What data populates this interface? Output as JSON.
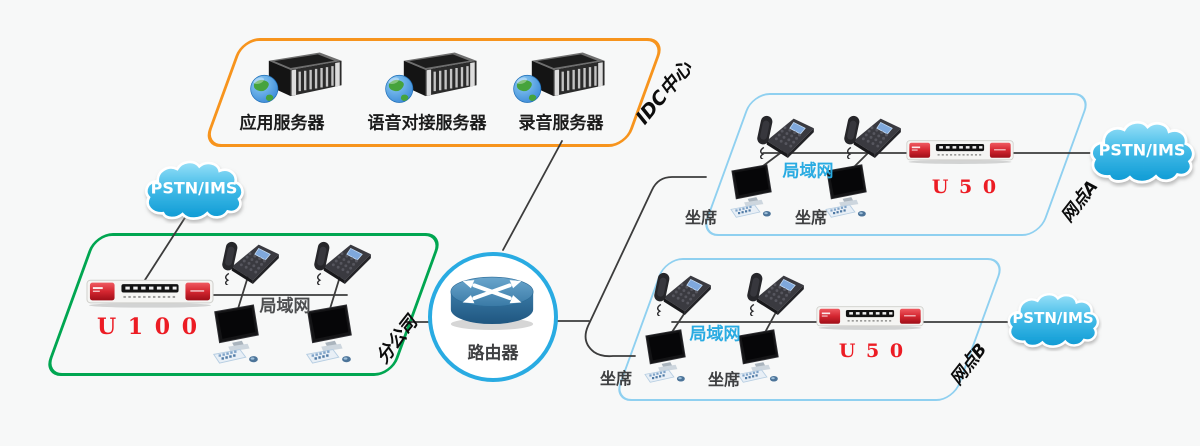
{
  "idc_center": {
    "group_label": "IDC中心",
    "servers": [
      "应用服务器",
      "语音对接服务器",
      "录音服务器"
    ]
  },
  "branch": {
    "group_label": "分公司",
    "cloud": "PSTN/IMS",
    "gateway": "U 1 0 0",
    "lan": "局域网"
  },
  "router": {
    "label": "路由器"
  },
  "site_a": {
    "group_label": "网点A",
    "cloud": "PSTN/IMS",
    "gateway": "U 5 0",
    "lan": "局域网",
    "agents": [
      "坐席",
      "坐席"
    ]
  },
  "site_b": {
    "group_label": "网点B",
    "cloud": "PSTN/IMS",
    "gateway": "U 5 0",
    "lan": "局域网",
    "agents": [
      "坐席",
      "坐席"
    ]
  },
  "icons": {
    "server": "rack-server-globe-icon",
    "phone": "ip-phone-icon",
    "workstation": "desktop-workstation-icon",
    "gateway": "voip-gateway-icon",
    "router": "router-cylinder-icon",
    "cloud": "network-cloud-icon"
  },
  "colors": {
    "idc_border": "#F7941D",
    "branch_border": "#00A651",
    "site_border": "#8FD0F0",
    "router_ring": "#29ABE2",
    "lan_blue": "#29ABE2",
    "lan_gray": "#4D4E50",
    "device_red": "#EC1C24",
    "line": "#3C3C3C",
    "background": "#F7F8F8"
  }
}
